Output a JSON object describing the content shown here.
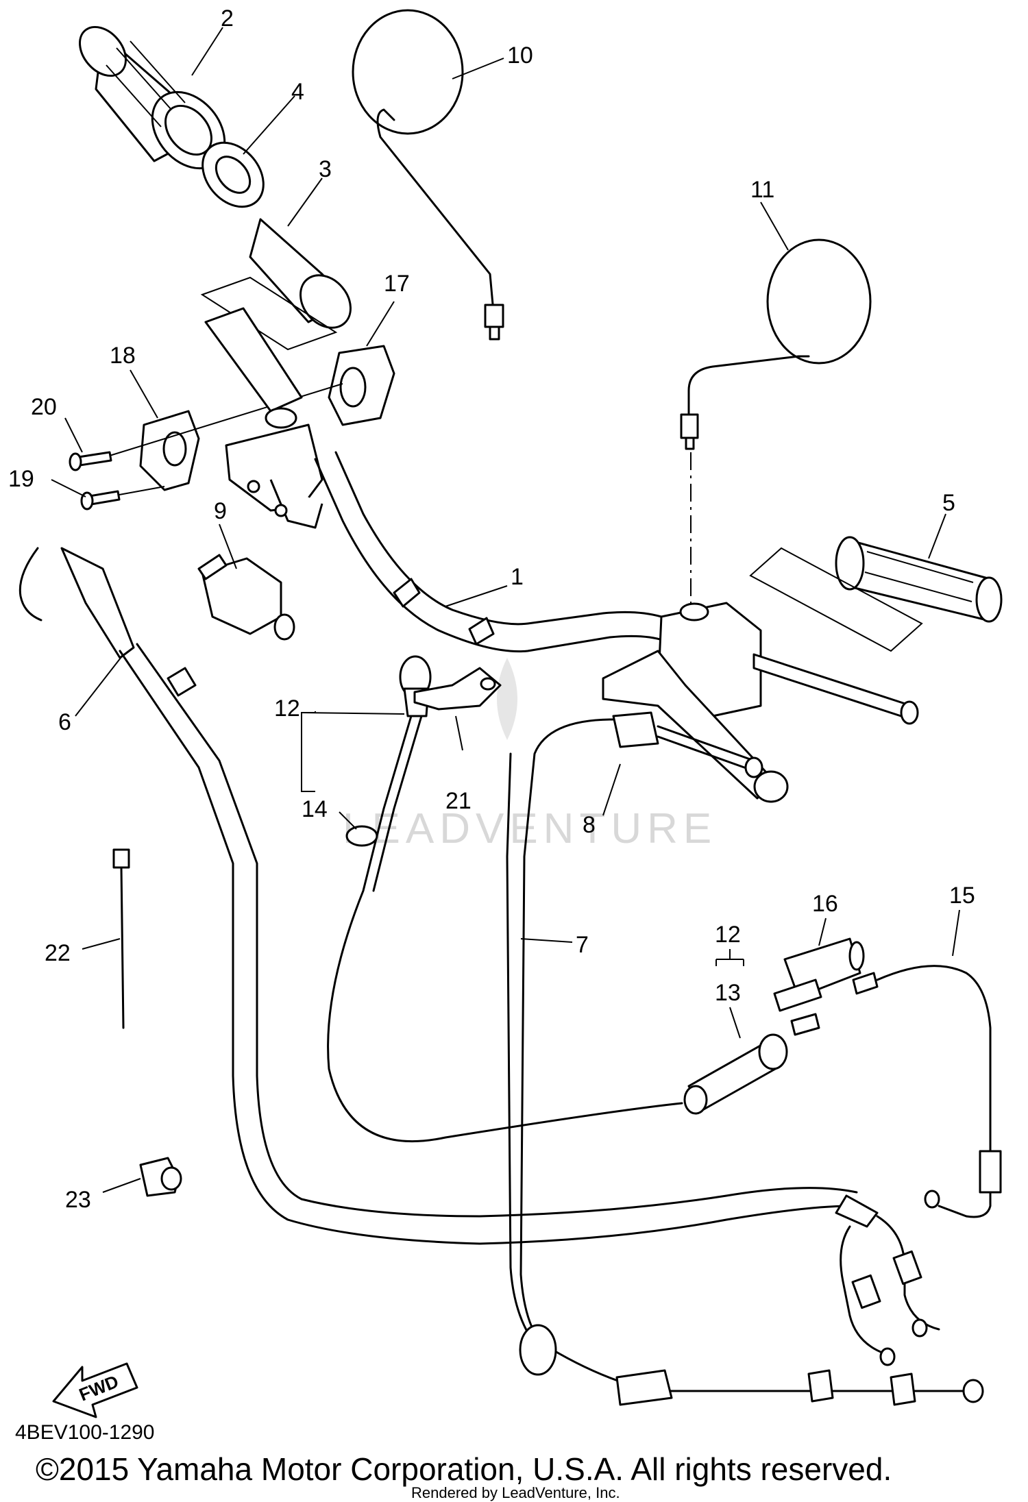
{
  "callouts": {
    "n1": "1",
    "n2": "2",
    "n3": "3",
    "n4": "4",
    "n5": "5",
    "n6": "6",
    "n7": "7",
    "n8": "8",
    "n9": "9",
    "n10": "10",
    "n11": "11",
    "n12a": "12",
    "n12b": "12",
    "n13": "13",
    "n14": "14",
    "n15": "15",
    "n16": "16",
    "n17": "17",
    "n18": "18",
    "n19": "19",
    "n20": "20",
    "n21": "21",
    "n22": "22",
    "n23": "23"
  },
  "diagram_code": "4BEV100-1290",
  "copyright": "©2015 Yamaha Motor Corporation, U.S.A. All rights reserved.",
  "rendered_by": "Rendered by LeadVenture, Inc.",
  "watermark": "LEADVENTURE",
  "fwd_label": "FWD"
}
